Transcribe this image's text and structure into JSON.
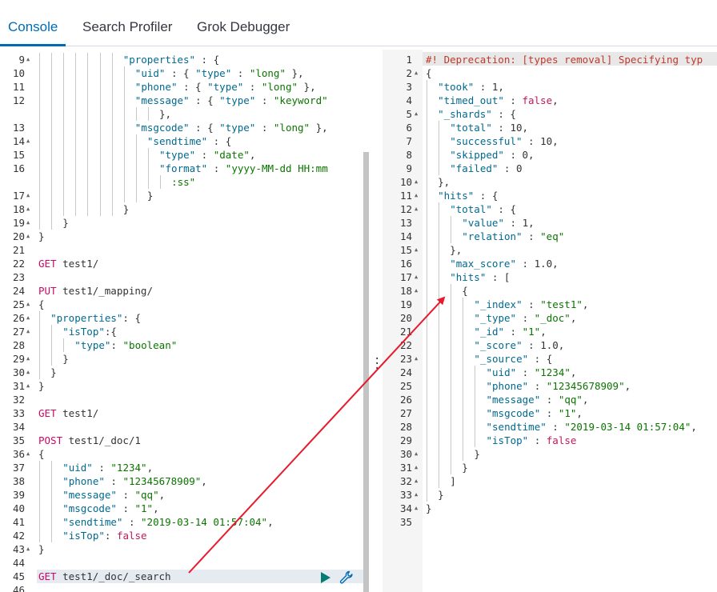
{
  "tabs": [
    {
      "label": "Console",
      "active": true
    },
    {
      "label": "Search Profiler",
      "active": false
    },
    {
      "label": "Grok Debugger",
      "active": false
    }
  ],
  "colors": {
    "accent": "#006bb4",
    "annotation_arrow": "#e8192c"
  },
  "icons": {
    "run": "play-icon",
    "settings": "wrench-icon",
    "resize": "vertical-dots-icon"
  },
  "request_lines": [
    {
      "n": "9",
      "fold": true,
      "indent": 7,
      "tokens": [
        {
          "t": "\"properties\"",
          "c": "key"
        },
        {
          "t": " : {",
          "c": "punc"
        }
      ]
    },
    {
      "n": "10",
      "fold": false,
      "indent": 8,
      "tokens": [
        {
          "t": "\"uid\"",
          "c": "key"
        },
        {
          "t": " : { ",
          "c": "punc"
        },
        {
          "t": "\"type\"",
          "c": "key"
        },
        {
          "t": " : ",
          "c": "punc"
        },
        {
          "t": "\"long\"",
          "c": "str"
        },
        {
          "t": " },",
          "c": "punc"
        }
      ]
    },
    {
      "n": "11",
      "fold": false,
      "indent": 8,
      "tokens": [
        {
          "t": "\"phone\"",
          "c": "key"
        },
        {
          "t": " : { ",
          "c": "punc"
        },
        {
          "t": "\"type\"",
          "c": "key"
        },
        {
          "t": " : ",
          "c": "punc"
        },
        {
          "t": "\"long\"",
          "c": "str"
        },
        {
          "t": " },",
          "c": "punc"
        }
      ]
    },
    {
      "n": "12",
      "fold": false,
      "indent": 8,
      "tokens": [
        {
          "t": "\"message\"",
          "c": "key"
        },
        {
          "t": " : { ",
          "c": "punc"
        },
        {
          "t": "\"type\"",
          "c": "key"
        },
        {
          "t": " : ",
          "c": "punc"
        },
        {
          "t": "\"keyword\"",
          "c": "str"
        }
      ]
    },
    {
      "n": "",
      "fold": false,
      "indent": 10,
      "tokens": [
        {
          "t": "},",
          "c": "punc"
        }
      ]
    },
    {
      "n": "13",
      "fold": false,
      "indent": 8,
      "tokens": [
        {
          "t": "\"msgcode\"",
          "c": "key"
        },
        {
          "t": " : { ",
          "c": "punc"
        },
        {
          "t": "\"type\"",
          "c": "key"
        },
        {
          "t": " : ",
          "c": "punc"
        },
        {
          "t": "\"long\"",
          "c": "str"
        },
        {
          "t": " },",
          "c": "punc"
        }
      ]
    },
    {
      "n": "14",
      "fold": true,
      "indent": 9,
      "tokens": [
        {
          "t": "\"sendtime\"",
          "c": "key"
        },
        {
          "t": " : {",
          "c": "punc"
        }
      ]
    },
    {
      "n": "15",
      "fold": false,
      "indent": 10,
      "tokens": [
        {
          "t": "\"type\"",
          "c": "key"
        },
        {
          "t": " : ",
          "c": "punc"
        },
        {
          "t": "\"date\"",
          "c": "str"
        },
        {
          "t": ",",
          "c": "punc"
        }
      ]
    },
    {
      "n": "16",
      "fold": false,
      "indent": 10,
      "tokens": [
        {
          "t": "\"format\"",
          "c": "key"
        },
        {
          "t": " : ",
          "c": "punc"
        },
        {
          "t": "\"yyyy-MM-dd HH:mm",
          "c": "str"
        }
      ]
    },
    {
      "n": "",
      "fold": false,
      "indent": 11,
      "tokens": [
        {
          "t": ":ss\"",
          "c": "str"
        }
      ]
    },
    {
      "n": "17",
      "fold": true,
      "indent": 9,
      "tokens": [
        {
          "t": "}",
          "c": "punc"
        }
      ]
    },
    {
      "n": "18",
      "fold": true,
      "indent": 7,
      "tokens": [
        {
          "t": "}",
          "c": "punc"
        }
      ]
    },
    {
      "n": "19",
      "fold": true,
      "indent": 2,
      "tokens": [
        {
          "t": "}",
          "c": "punc"
        }
      ]
    },
    {
      "n": "20",
      "fold": true,
      "indent": 0,
      "tokens": [
        {
          "t": "}",
          "c": "punc"
        }
      ]
    },
    {
      "n": "21",
      "fold": false,
      "indent": 0,
      "tokens": []
    },
    {
      "n": "22",
      "fold": false,
      "indent": 0,
      "tokens": [
        {
          "t": "GET",
          "c": "method"
        },
        {
          "t": " test1/",
          "c": "url"
        }
      ]
    },
    {
      "n": "23",
      "fold": false,
      "indent": 0,
      "tokens": []
    },
    {
      "n": "24",
      "fold": false,
      "indent": 0,
      "tokens": [
        {
          "t": "PUT",
          "c": "method"
        },
        {
          "t": " test1/_mapping/",
          "c": "url"
        }
      ]
    },
    {
      "n": "25",
      "fold": true,
      "indent": 0,
      "tokens": [
        {
          "t": "{",
          "c": "punc"
        }
      ]
    },
    {
      "n": "26",
      "fold": true,
      "indent": 1,
      "tokens": [
        {
          "t": "\"properties\"",
          "c": "key"
        },
        {
          "t": ": {",
          "c": "punc"
        }
      ]
    },
    {
      "n": "27",
      "fold": true,
      "indent": 2,
      "tokens": [
        {
          "t": "\"isTop\"",
          "c": "key"
        },
        {
          "t": ":{",
          "c": "punc"
        }
      ]
    },
    {
      "n": "28",
      "fold": false,
      "indent": 3,
      "tokens": [
        {
          "t": "\"type\"",
          "c": "key"
        },
        {
          "t": ": ",
          "c": "punc"
        },
        {
          "t": "\"boolean\"",
          "c": "str"
        }
      ]
    },
    {
      "n": "29",
      "fold": true,
      "indent": 2,
      "tokens": [
        {
          "t": "}",
          "c": "punc"
        }
      ]
    },
    {
      "n": "30",
      "fold": true,
      "indent": 1,
      "tokens": [
        {
          "t": "}",
          "c": "punc"
        }
      ]
    },
    {
      "n": "31",
      "fold": true,
      "indent": 0,
      "tokens": [
        {
          "t": "}",
          "c": "punc"
        }
      ]
    },
    {
      "n": "32",
      "fold": false,
      "indent": 0,
      "tokens": []
    },
    {
      "n": "33",
      "fold": false,
      "indent": 0,
      "tokens": [
        {
          "t": "GET",
          "c": "method"
        },
        {
          "t": " test1/",
          "c": "url"
        }
      ]
    },
    {
      "n": "34",
      "fold": false,
      "indent": 0,
      "tokens": []
    },
    {
      "n": "35",
      "fold": false,
      "indent": 0,
      "tokens": [
        {
          "t": "POST",
          "c": "method"
        },
        {
          "t": " test1/_doc/1",
          "c": "url"
        }
      ]
    },
    {
      "n": "36",
      "fold": true,
      "indent": 0,
      "tokens": [
        {
          "t": "{",
          "c": "punc"
        }
      ]
    },
    {
      "n": "37",
      "fold": false,
      "indent": 2,
      "tokens": [
        {
          "t": "\"uid\"",
          "c": "key"
        },
        {
          "t": " : ",
          "c": "punc"
        },
        {
          "t": "\"1234\"",
          "c": "str"
        },
        {
          "t": ",",
          "c": "punc"
        }
      ]
    },
    {
      "n": "38",
      "fold": false,
      "indent": 2,
      "tokens": [
        {
          "t": "\"phone\"",
          "c": "key"
        },
        {
          "t": " : ",
          "c": "punc"
        },
        {
          "t": "\"12345678909\"",
          "c": "str"
        },
        {
          "t": ",",
          "c": "punc"
        }
      ]
    },
    {
      "n": "39",
      "fold": false,
      "indent": 2,
      "tokens": [
        {
          "t": "\"message\"",
          "c": "key"
        },
        {
          "t": " : ",
          "c": "punc"
        },
        {
          "t": "\"qq\"",
          "c": "str"
        },
        {
          "t": ",",
          "c": "punc"
        }
      ]
    },
    {
      "n": "40",
      "fold": false,
      "indent": 2,
      "tokens": [
        {
          "t": "\"msgcode\"",
          "c": "key"
        },
        {
          "t": " : ",
          "c": "punc"
        },
        {
          "t": "\"1\"",
          "c": "str"
        },
        {
          "t": ",",
          "c": "punc"
        }
      ]
    },
    {
      "n": "41",
      "fold": false,
      "indent": 2,
      "tokens": [
        {
          "t": "\"sendtime\"",
          "c": "key"
        },
        {
          "t": " : ",
          "c": "punc"
        },
        {
          "t": "\"2019-03-14 01:57:04\"",
          "c": "str"
        },
        {
          "t": ",",
          "c": "punc"
        }
      ]
    },
    {
      "n": "42",
      "fold": false,
      "indent": 2,
      "tokens": [
        {
          "t": "\"isTop\"",
          "c": "key"
        },
        {
          "t": ": ",
          "c": "punc"
        },
        {
          "t": "false",
          "c": "bool"
        }
      ]
    },
    {
      "n": "43",
      "fold": true,
      "indent": 0,
      "tokens": [
        {
          "t": "}",
          "c": "punc"
        }
      ]
    },
    {
      "n": "44",
      "fold": false,
      "indent": 0,
      "tokens": []
    },
    {
      "n": "45",
      "fold": false,
      "indent": 0,
      "tokens": [
        {
          "t": "GET",
          "c": "method"
        },
        {
          "t": " test1/_doc/_search",
          "c": "url"
        }
      ],
      "selected": true
    },
    {
      "n": "46",
      "fold": false,
      "indent": 0,
      "tokens": []
    }
  ],
  "response_lines": [
    {
      "n": "1",
      "fold": false,
      "indent": 0,
      "tokens": [
        {
          "t": "#! Deprecation: [types removal] Specifying typ",
          "c": "comment"
        }
      ]
    },
    {
      "n": "2",
      "fold": true,
      "indent": 0,
      "tokens": [
        {
          "t": "{",
          "c": "punc"
        }
      ]
    },
    {
      "n": "3",
      "fold": false,
      "indent": 1,
      "tokens": [
        {
          "t": "\"took\"",
          "c": "key"
        },
        {
          "t": " : ",
          "c": "punc"
        },
        {
          "t": "1",
          "c": "num"
        },
        {
          "t": ",",
          "c": "punc"
        }
      ]
    },
    {
      "n": "4",
      "fold": false,
      "indent": 1,
      "tokens": [
        {
          "t": "\"timed_out\"",
          "c": "key"
        },
        {
          "t": " : ",
          "c": "punc"
        },
        {
          "t": "false",
          "c": "bool"
        },
        {
          "t": ",",
          "c": "punc"
        }
      ]
    },
    {
      "n": "5",
      "fold": true,
      "indent": 1,
      "tokens": [
        {
          "t": "\"_shards\"",
          "c": "key"
        },
        {
          "t": " : {",
          "c": "punc"
        }
      ]
    },
    {
      "n": "6",
      "fold": false,
      "indent": 2,
      "tokens": [
        {
          "t": "\"total\"",
          "c": "key"
        },
        {
          "t": " : ",
          "c": "punc"
        },
        {
          "t": "10",
          "c": "num"
        },
        {
          "t": ",",
          "c": "punc"
        }
      ]
    },
    {
      "n": "7",
      "fold": false,
      "indent": 2,
      "tokens": [
        {
          "t": "\"successful\"",
          "c": "key"
        },
        {
          "t": " : ",
          "c": "punc"
        },
        {
          "t": "10",
          "c": "num"
        },
        {
          "t": ",",
          "c": "punc"
        }
      ]
    },
    {
      "n": "8",
      "fold": false,
      "indent": 2,
      "tokens": [
        {
          "t": "\"skipped\"",
          "c": "key"
        },
        {
          "t": " : ",
          "c": "punc"
        },
        {
          "t": "0",
          "c": "num"
        },
        {
          "t": ",",
          "c": "punc"
        }
      ]
    },
    {
      "n": "9",
      "fold": false,
      "indent": 2,
      "tokens": [
        {
          "t": "\"failed\"",
          "c": "key"
        },
        {
          "t": " : ",
          "c": "punc"
        },
        {
          "t": "0",
          "c": "num"
        }
      ]
    },
    {
      "n": "10",
      "fold": true,
      "indent": 1,
      "tokens": [
        {
          "t": "},",
          "c": "punc"
        }
      ]
    },
    {
      "n": "11",
      "fold": true,
      "indent": 1,
      "tokens": [
        {
          "t": "\"hits\"",
          "c": "key"
        },
        {
          "t": " : {",
          "c": "punc"
        }
      ]
    },
    {
      "n": "12",
      "fold": true,
      "indent": 2,
      "tokens": [
        {
          "t": "\"total\"",
          "c": "key"
        },
        {
          "t": " : {",
          "c": "punc"
        }
      ]
    },
    {
      "n": "13",
      "fold": false,
      "indent": 3,
      "tokens": [
        {
          "t": "\"value\"",
          "c": "key"
        },
        {
          "t": " : ",
          "c": "punc"
        },
        {
          "t": "1",
          "c": "num"
        },
        {
          "t": ",",
          "c": "punc"
        }
      ]
    },
    {
      "n": "14",
      "fold": false,
      "indent": 3,
      "tokens": [
        {
          "t": "\"relation\"",
          "c": "key"
        },
        {
          "t": " : ",
          "c": "punc"
        },
        {
          "t": "\"eq\"",
          "c": "str"
        }
      ]
    },
    {
      "n": "15",
      "fold": true,
      "indent": 2,
      "tokens": [
        {
          "t": "},",
          "c": "punc"
        }
      ]
    },
    {
      "n": "16",
      "fold": false,
      "indent": 2,
      "tokens": [
        {
          "t": "\"max_score\"",
          "c": "key"
        },
        {
          "t": " : ",
          "c": "punc"
        },
        {
          "t": "1.0",
          "c": "num"
        },
        {
          "t": ",",
          "c": "punc"
        }
      ]
    },
    {
      "n": "17",
      "fold": true,
      "indent": 2,
      "tokens": [
        {
          "t": "\"hits\"",
          "c": "key"
        },
        {
          "t": " : [",
          "c": "punc"
        }
      ]
    },
    {
      "n": "18",
      "fold": true,
      "indent": 3,
      "tokens": [
        {
          "t": "{",
          "c": "punc"
        }
      ]
    },
    {
      "n": "19",
      "fold": false,
      "indent": 4,
      "tokens": [
        {
          "t": "\"_index\"",
          "c": "key"
        },
        {
          "t": " : ",
          "c": "punc"
        },
        {
          "t": "\"test1\"",
          "c": "str"
        },
        {
          "t": ",",
          "c": "punc"
        }
      ]
    },
    {
      "n": "20",
      "fold": false,
      "indent": 4,
      "tokens": [
        {
          "t": "\"_type\"",
          "c": "key"
        },
        {
          "t": " : ",
          "c": "punc"
        },
        {
          "t": "\"_doc\"",
          "c": "str"
        },
        {
          "t": ",",
          "c": "punc"
        }
      ]
    },
    {
      "n": "21",
      "fold": false,
      "indent": 4,
      "tokens": [
        {
          "t": "\"_id\"",
          "c": "key"
        },
        {
          "t": " : ",
          "c": "punc"
        },
        {
          "t": "\"1\"",
          "c": "str"
        },
        {
          "t": ",",
          "c": "punc"
        }
      ]
    },
    {
      "n": "22",
      "fold": false,
      "indent": 4,
      "tokens": [
        {
          "t": "\"_score\"",
          "c": "key"
        },
        {
          "t": " : ",
          "c": "punc"
        },
        {
          "t": "1.0",
          "c": "num"
        },
        {
          "t": ",",
          "c": "punc"
        }
      ]
    },
    {
      "n": "23",
      "fold": true,
      "indent": 4,
      "tokens": [
        {
          "t": "\"_source\"",
          "c": "key"
        },
        {
          "t": " : {",
          "c": "punc"
        }
      ]
    },
    {
      "n": "24",
      "fold": false,
      "indent": 5,
      "tokens": [
        {
          "t": "\"uid\"",
          "c": "key"
        },
        {
          "t": " : ",
          "c": "punc"
        },
        {
          "t": "\"1234\"",
          "c": "str"
        },
        {
          "t": ",",
          "c": "punc"
        }
      ]
    },
    {
      "n": "25",
      "fold": false,
      "indent": 5,
      "tokens": [
        {
          "t": "\"phone\"",
          "c": "key"
        },
        {
          "t": " : ",
          "c": "punc"
        },
        {
          "t": "\"12345678909\"",
          "c": "str"
        },
        {
          "t": ",",
          "c": "punc"
        }
      ]
    },
    {
      "n": "26",
      "fold": false,
      "indent": 5,
      "tokens": [
        {
          "t": "\"message\"",
          "c": "key"
        },
        {
          "t": " : ",
          "c": "punc"
        },
        {
          "t": "\"qq\"",
          "c": "str"
        },
        {
          "t": ",",
          "c": "punc"
        }
      ]
    },
    {
      "n": "27",
      "fold": false,
      "indent": 5,
      "tokens": [
        {
          "t": "\"msgcode\"",
          "c": "key"
        },
        {
          "t": " : ",
          "c": "punc"
        },
        {
          "t": "\"1\"",
          "c": "str"
        },
        {
          "t": ",",
          "c": "punc"
        }
      ]
    },
    {
      "n": "28",
      "fold": false,
      "indent": 5,
      "tokens": [
        {
          "t": "\"sendtime\"",
          "c": "key"
        },
        {
          "t": " : ",
          "c": "punc"
        },
        {
          "t": "\"2019-03-14 01:57:04\"",
          "c": "str"
        },
        {
          "t": ",",
          "c": "punc"
        }
      ]
    },
    {
      "n": "29",
      "fold": false,
      "indent": 5,
      "tokens": [
        {
          "t": "\"isTop\"",
          "c": "key"
        },
        {
          "t": " : ",
          "c": "punc"
        },
        {
          "t": "false",
          "c": "bool"
        }
      ]
    },
    {
      "n": "30",
      "fold": true,
      "indent": 4,
      "tokens": [
        {
          "t": "}",
          "c": "punc"
        }
      ]
    },
    {
      "n": "31",
      "fold": true,
      "indent": 3,
      "tokens": [
        {
          "t": "}",
          "c": "punc"
        }
      ]
    },
    {
      "n": "32",
      "fold": true,
      "indent": 2,
      "tokens": [
        {
          "t": "]",
          "c": "punc"
        }
      ]
    },
    {
      "n": "33",
      "fold": true,
      "indent": 1,
      "tokens": [
        {
          "t": "}",
          "c": "punc"
        }
      ]
    },
    {
      "n": "34",
      "fold": true,
      "indent": 0,
      "tokens": [
        {
          "t": "}",
          "c": "punc"
        }
      ]
    },
    {
      "n": "35",
      "fold": false,
      "indent": 0,
      "tokens": []
    }
  ]
}
